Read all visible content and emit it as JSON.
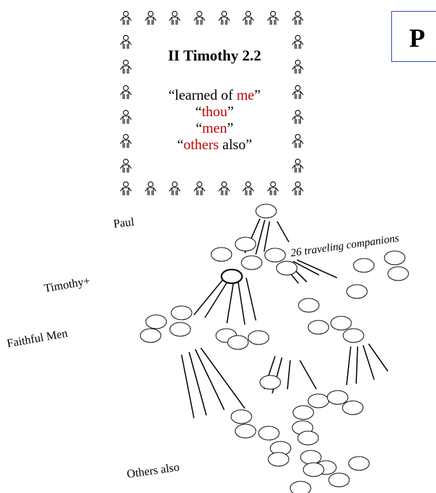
{
  "box": {
    "title": "II Timothy 2.2",
    "q1_open": "“learned of ",
    "q1_red": "me",
    "q1_close": "”",
    "q2_open": "“",
    "q2_red": "thou",
    "q2_close": "”",
    "q3_open": "“",
    "q3_red": "men",
    "q3_close": "”",
    "q4_open": "“",
    "q4_red": "others",
    "q4_close": " also”"
  },
  "corner": {
    "letter": "P"
  },
  "labels": {
    "paul": "Paul",
    "timothy": "Timothy+",
    "faithful_men": "Faithful Men",
    "others_also": "Others also",
    "companions": "26 traveling companions"
  },
  "colors": {
    "highlight": "#c00000",
    "corner_border": "#2340c8"
  }
}
